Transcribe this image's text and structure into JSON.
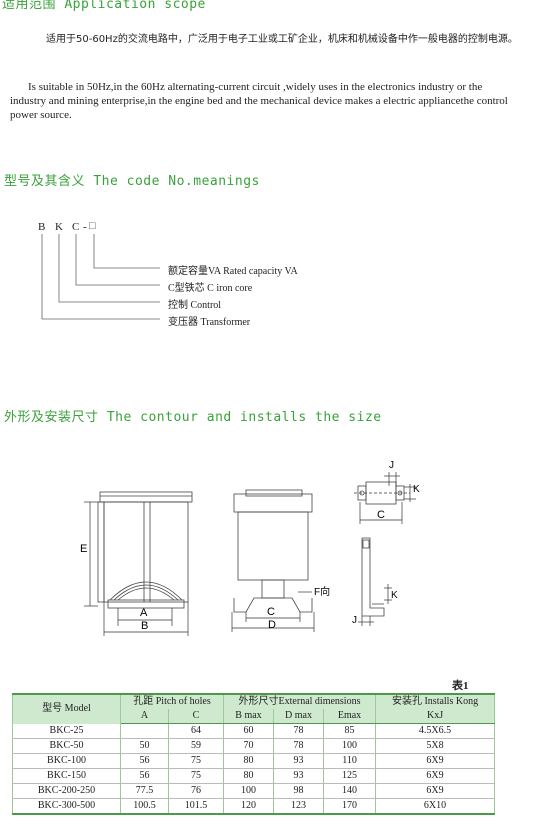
{
  "application": {
    "heading": "适用范围 Application scope",
    "cn_text": "适用于50-60Hz的交流电路中，广泛用于电子工业或工矿企业，机床和机械设备中作一般电器的控制电源。",
    "en_text": "Is suitable in 50Hz,in the 60Hz alternating-current circuit ,widely uses in the electronics industry or the industry and mining enterprise,in the engine bed and the mechanical device makes a electric appliancethe control power source."
  },
  "code": {
    "heading": "型号及其含义 The code No.meanings",
    "letters": [
      "B",
      "K",
      "C",
      "-",
      "□"
    ],
    "legend": [
      "额定容量VA Rated capacity VA",
      "C型铁芯 C iron core",
      "控制 Control",
      "变压器 Transformer"
    ]
  },
  "contour": {
    "heading": "外形及安装尺寸 The contour and installs the size",
    "labels": {
      "E": "E",
      "A": "A",
      "B": "B",
      "C_front": "C",
      "D": "D",
      "F": "F向",
      "J_top": "J",
      "K_top": "K",
      "C_top": "C",
      "K_side": "K",
      "J_side": "J"
    }
  },
  "table": {
    "title": "表1",
    "headers": {
      "model": "型号 Model",
      "pitch": "孔距 Pitch of holes",
      "external": "外形尺寸External dimensions",
      "installs": "安装孔 Installs Kong",
      "sub": [
        "A",
        "C",
        "B max",
        "D max",
        "Emax",
        "KxJ"
      ]
    },
    "rows": [
      [
        "BKC-25",
        "",
        "64",
        "60",
        "78",
        "85",
        "4.5X6.5"
      ],
      [
        "BKC-50",
        "50",
        "59",
        "70",
        "78",
        "100",
        "5X8"
      ],
      [
        "BKC-100",
        "56",
        "75",
        "80",
        "93",
        "110",
        "6X9"
      ],
      [
        "BKC-150",
        "56",
        "75",
        "80",
        "93",
        "125",
        "6X9"
      ],
      [
        "BKC-200-250",
        "77.5",
        "76",
        "100",
        "98",
        "140",
        "6X9"
      ],
      [
        "BKC-300-500",
        "100.5",
        "101.5",
        "120",
        "123",
        "170",
        "6X10"
      ]
    ]
  }
}
